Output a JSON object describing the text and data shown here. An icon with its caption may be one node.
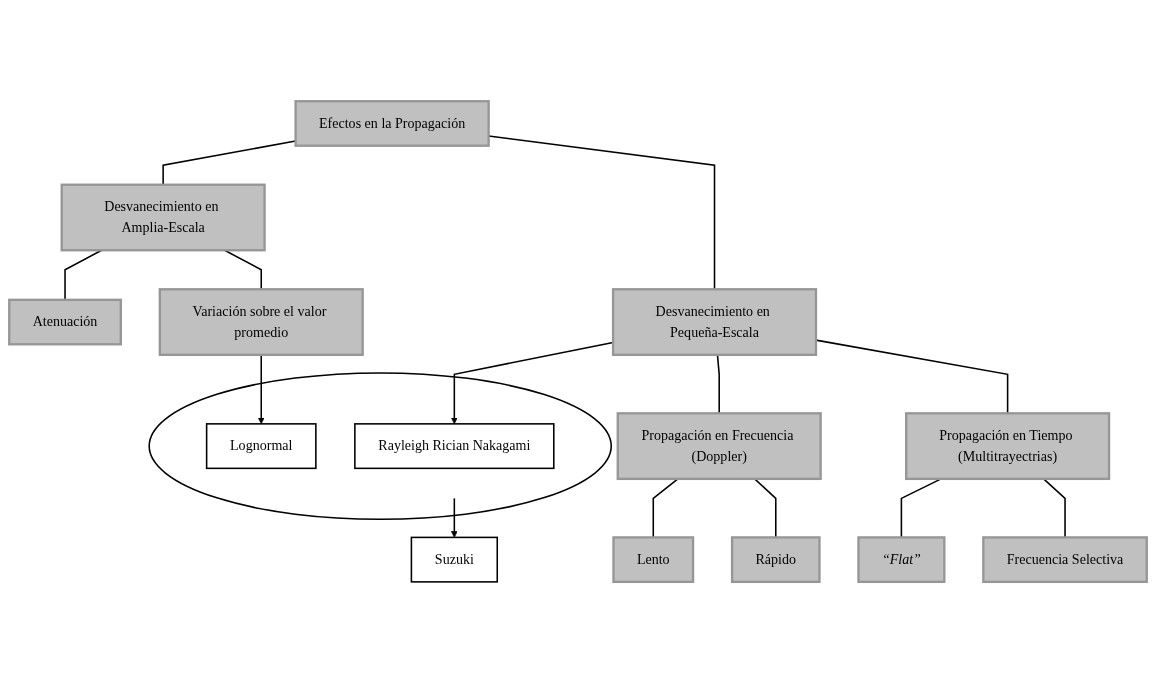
{
  "diagram": {
    "nodes": [
      {
        "text": [
          "Efectos en la Propagación"
        ]
      },
      {
        "text": [
          "Desvanecimiento en Amplia-Escala"
        ]
      },
      {
        "text": [
          "Desvanecimiento en Pequeña-Escala"
        ]
      },
      {
        "text": [
          "Atenuación"
        ]
      },
      {
        "text": [
          "Variación sobre el valor promedio"
        ]
      },
      {
        "text": [],
        "shape": "circle"
      },
      {
        "text": [
          "Rayleigh Rician Nakagami"
        ],
        "in": 5
      },
      {
        "text": [
          "Lognormal"
        ],
        "in": 5
      },
      {
        "text": [
          "Suzuki"
        ]
      },
      {
        "text": [
          "Propagación en Frecuencia (Doppler)"
        ]
      },
      {
        "text": [
          "Propagación en Tiempo (Multitrayectrias)"
        ]
      },
      {
        "text": [
          "Lento"
        ]
      },
      {
        "text": [
          "Rápido"
        ]
      },
      {
        "text": [
          "“Flat”"
        ]
      },
      {
        "text": [
          "Frecuencia Selectiva"
        ]
      }
    ],
    "edges": [
      {
        "from": 0,
        "to": 1,
        "arrow": "none"
      },
      {
        "from": 0,
        "to": 2,
        "arrow": "none"
      },
      {
        "from": 1,
        "to": 3,
        "arrow": "none"
      },
      {
        "from": 1,
        "to": 4,
        "arrow": "none"
      },
      {
        "from": 2,
        "to": 6,
        "arrow": "to"
      },
      {
        "from": 4,
        "to": 7,
        "arrow": "to"
      },
      {
        "from": 5,
        "to": 8,
        "arrow": "to"
      },
      {
        "from": 2,
        "to": 9,
        "arrow": "none"
      },
      {
        "from": 2,
        "to": 10,
        "arrow": "none"
      },
      {
        "from": 9,
        "to": 11,
        "arrow": "none"
      },
      {
        "from": 9,
        "to": 12,
        "arrow": "none"
      },
      {
        "from": 10,
        "to": 13,
        "arrow": "none"
      },
      {
        "from": 10,
        "to": 14,
        "arrow": "none"
      }
    ]
  }
}
